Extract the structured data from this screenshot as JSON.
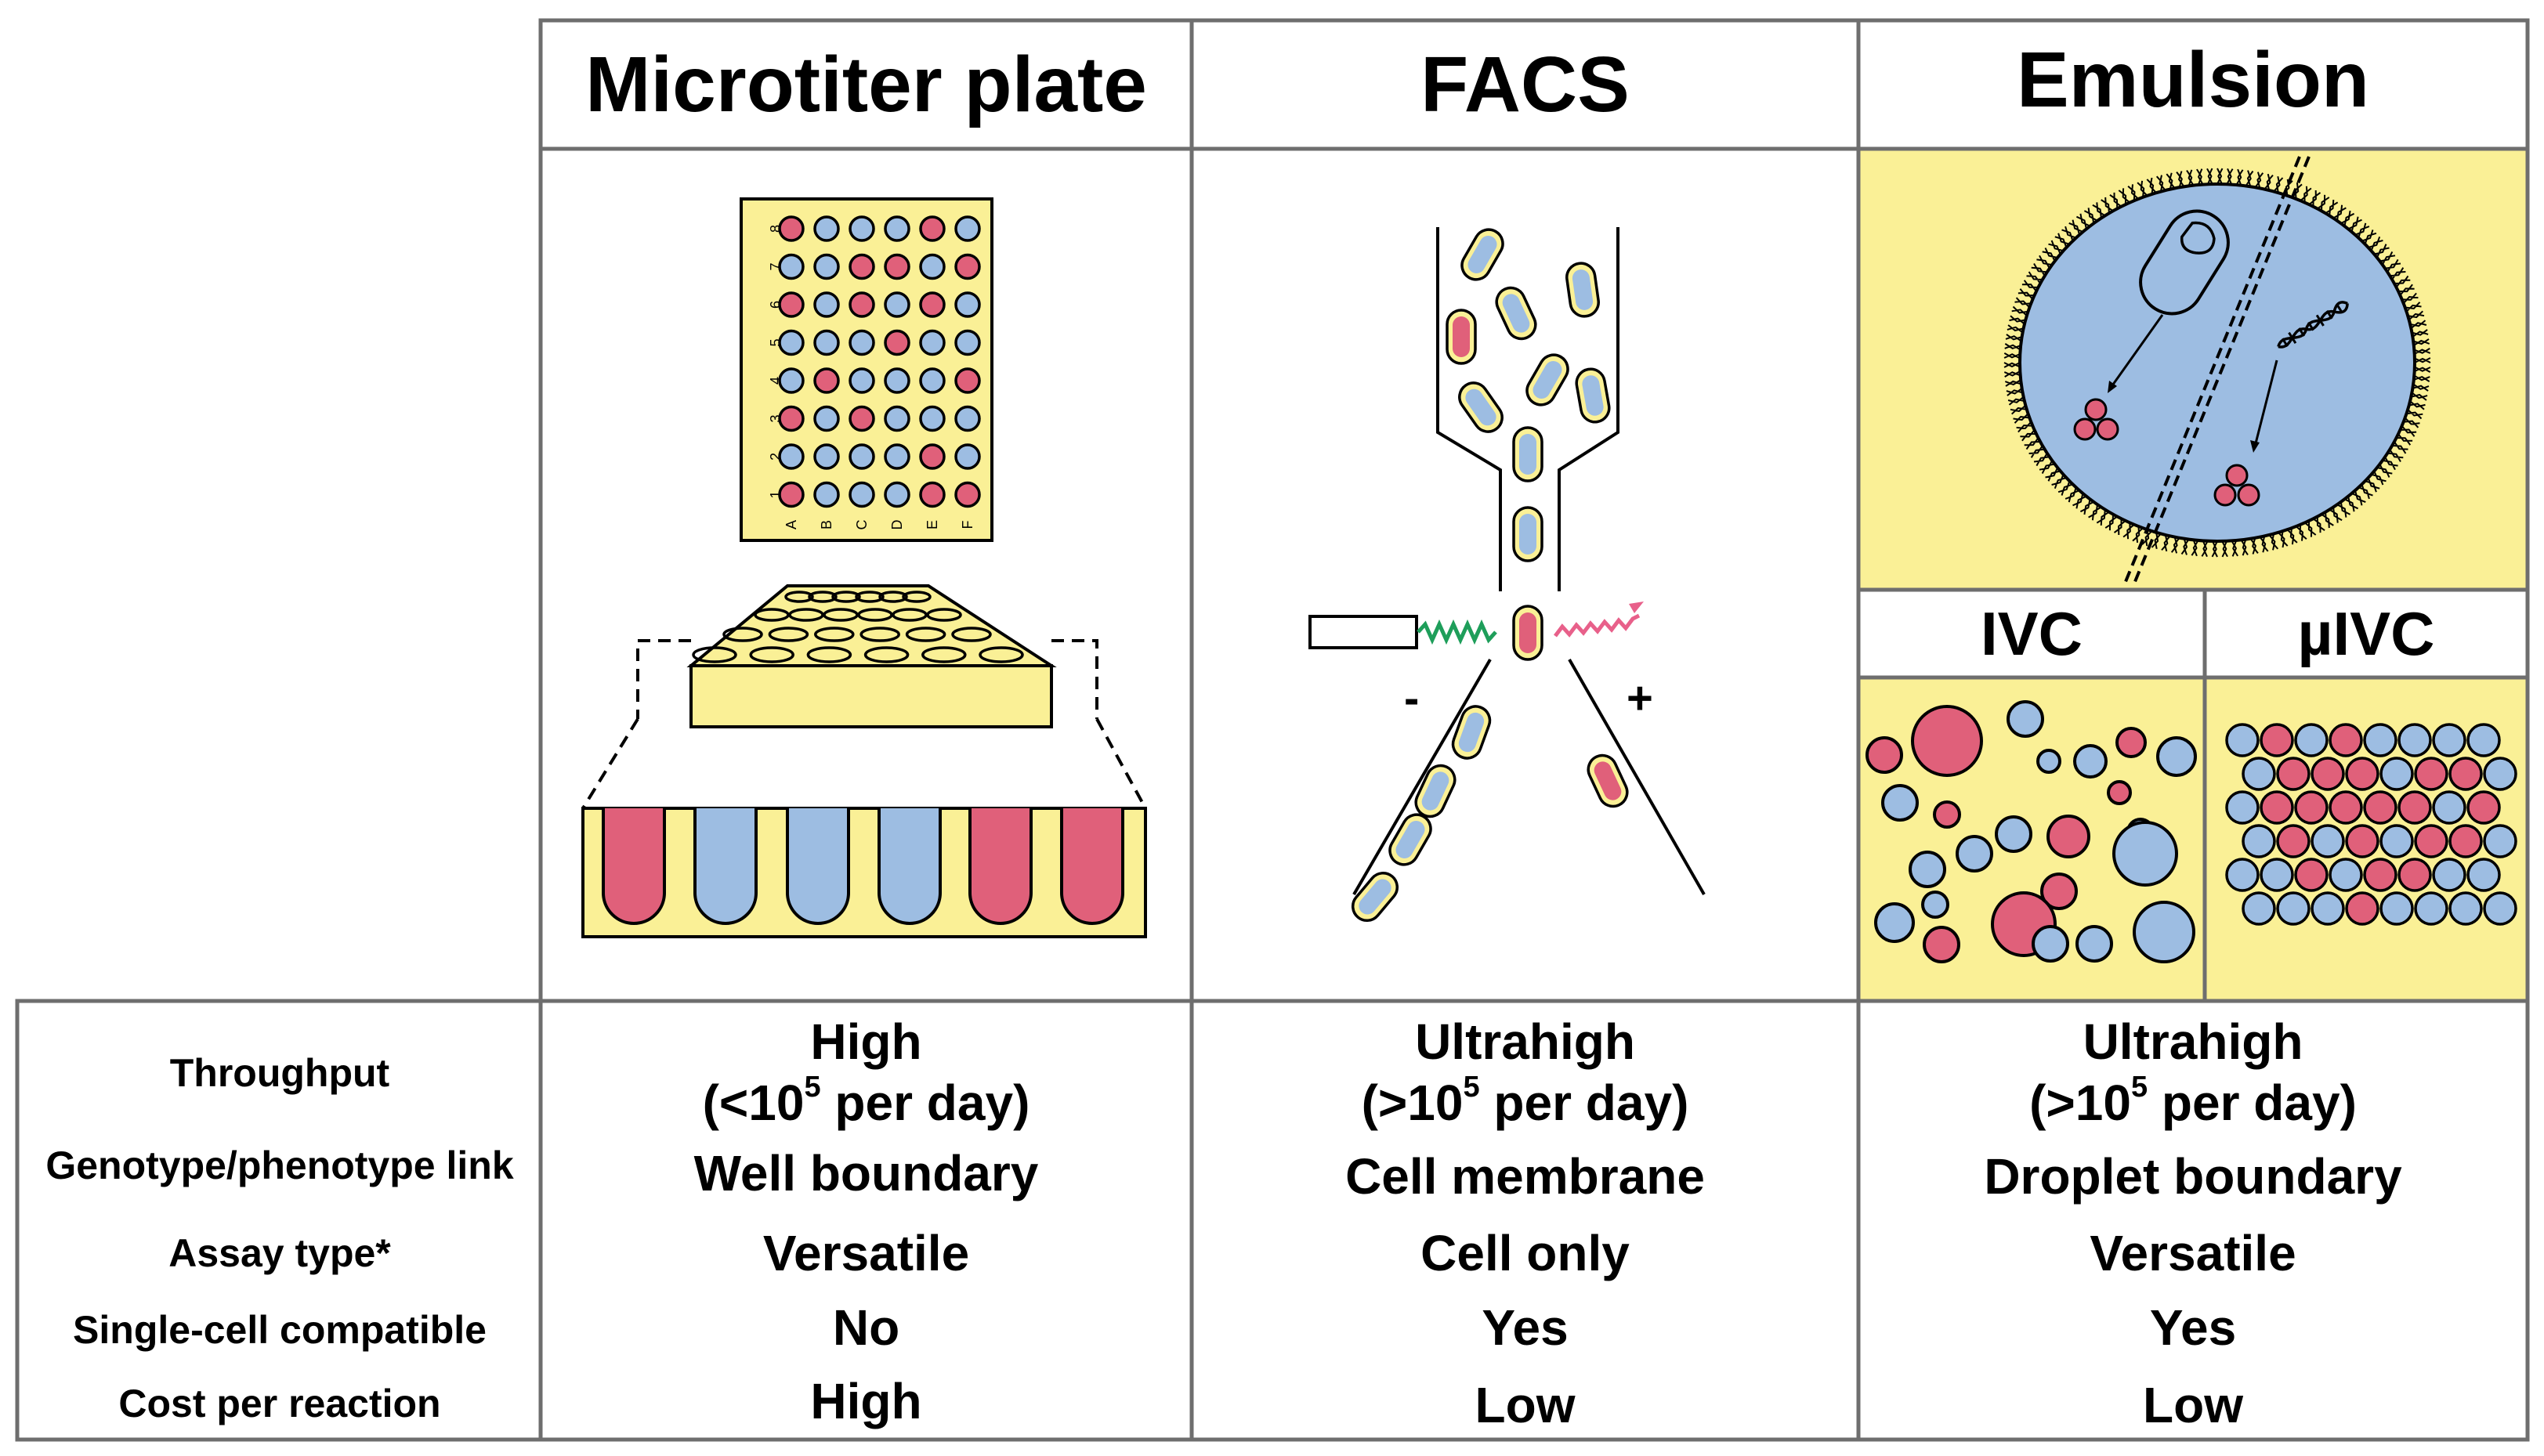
{
  "columns": [
    {
      "title": "Microtiter plate"
    },
    {
      "title": "FACS"
    },
    {
      "title": "Emulsion"
    }
  ],
  "emulsion_sub": {
    "left": "IVC",
    "right": "µIVC"
  },
  "facs_signs": {
    "minus": "-",
    "plus": "+"
  },
  "plate_rows": [
    "1",
    "2",
    "3",
    "4",
    "5",
    "6",
    "7",
    "8"
  ],
  "plate_cols": [
    "A",
    "B",
    "C",
    "D",
    "E",
    "F"
  ],
  "rows": [
    {
      "label": "Throughput",
      "cells": [
        {
          "line1": "High",
          "pre": "(<10",
          "sup": "5",
          "post": " per day)"
        },
        {
          "line1": "Ultrahigh",
          "pre": "(>10",
          "sup": "5",
          "post": " per day)"
        },
        {
          "line1": "Ultrahigh",
          "pre": "(>10",
          "sup": "5",
          "post": " per day)"
        }
      ]
    },
    {
      "label": "Genotype/phenotype link",
      "cells": [
        "Well boundary",
        "Cell membrane",
        "Droplet boundary"
      ]
    },
    {
      "label": "Assay type*",
      "cells": [
        "Versatile",
        "Cell only",
        "Versatile"
      ]
    },
    {
      "label": "Single-cell compatible",
      "cells": [
        "No",
        "Yes",
        "Yes"
      ]
    },
    {
      "label": "Cost per reaction",
      "cells": [
        "High",
        "Low",
        "Low"
      ]
    }
  ],
  "colors": {
    "yellow": "#FAF096",
    "pink": "#E0607A",
    "blue": "#9DBDE2",
    "grid": "#6E6E6E",
    "line": "#000000"
  }
}
